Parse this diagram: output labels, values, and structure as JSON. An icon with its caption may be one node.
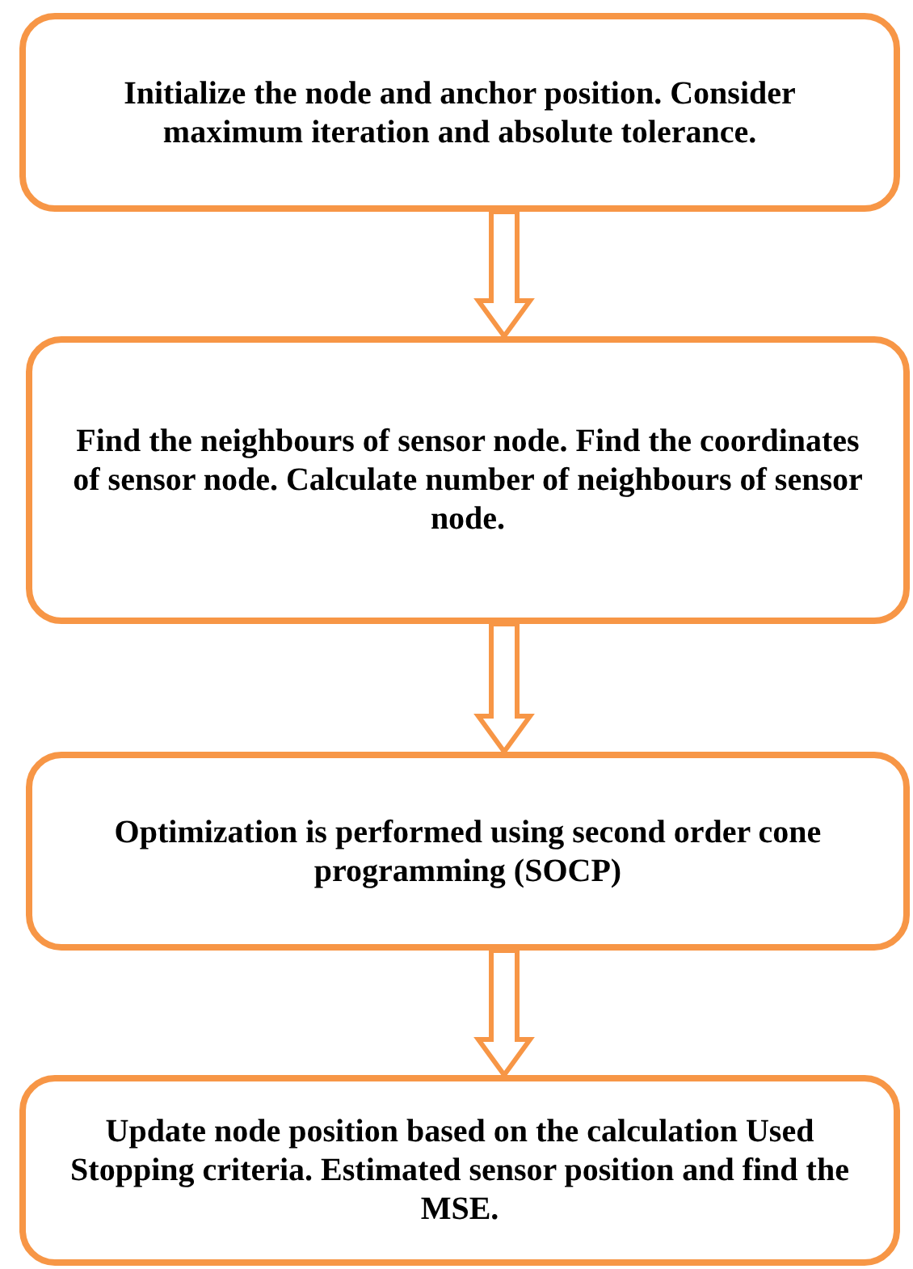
{
  "diagram": {
    "nodes": [
      {
        "text": [
          "Initialize the node and anchor position. Consider maximum iteration and absolute tolerance."
        ]
      },
      {
        "text": [
          "Find the neighbours of sensor node. Find the coordinates of sensor node. Calculate number of neighbours of sensor node."
        ]
      },
      {
        "text": [
          "Optimization is performed using second order cone programming (SOCP)"
        ]
      },
      {
        "text": [
          "Update node position based on the calculation Used Stopping criteria. Estimated sensor position and find the MSE."
        ]
      }
    ],
    "edges": [
      {
        "from": 0,
        "to": 1,
        "arrow": "to"
      },
      {
        "from": 1,
        "to": 2,
        "arrow": "to"
      },
      {
        "from": 2,
        "to": 3,
        "arrow": "to"
      }
    ]
  }
}
